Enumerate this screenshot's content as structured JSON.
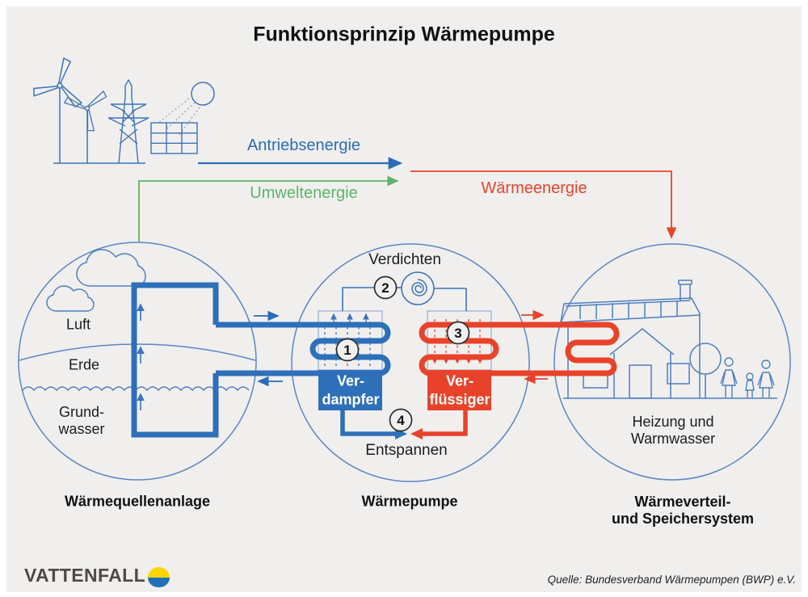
{
  "palette": {
    "background": "#f0efee",
    "pipe_blue": "#2e6fb9",
    "line_blue": "#4d7fc0",
    "accent_red": "#e8432a",
    "accent_green": "#5db468",
    "accent_blue_text": "#2b6cb8",
    "text_dark": "#1a1a1a",
    "brand_gray": "#4f4a45",
    "logo_yellow": "#ffd500",
    "logo_blue": "#2071b5"
  },
  "title": "Funktionsprinzip Wärmepumpe",
  "energy_flows": {
    "drive": "Antriebsenergie",
    "environment": "Umweltenergie",
    "heat": "Wärmeenergie"
  },
  "heat_source": {
    "caption": "Wärmequellenanlage",
    "air": "Luft",
    "earth": "Erde",
    "groundwater_line1": "Grund-",
    "groundwater_line2": "wasser"
  },
  "heat_pump": {
    "caption": "Wärmepumpe",
    "compress": "Verdichten",
    "expand": "Entspannen",
    "evaporator_line1": "Ver-",
    "evaporator_line2": "dampfer",
    "condenser_line1": "Ver-",
    "condenser_line2": "flüssiger",
    "steps": [
      "1",
      "2",
      "3",
      "4"
    ]
  },
  "distribution": {
    "caption_line1": "Wärmeverteil-",
    "caption_line2": "und Speichersystem",
    "label_line1": "Heizung und",
    "label_line2": "Warmwasser"
  },
  "footer": {
    "brand": "VATTENFALL",
    "source": "Quelle: Bundesverband Wärmepumpen (BWP) e.V."
  }
}
